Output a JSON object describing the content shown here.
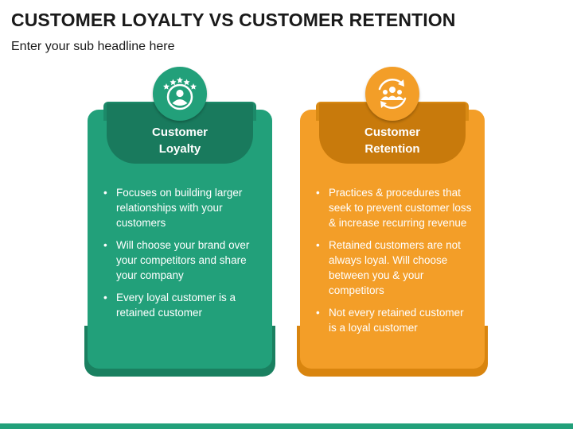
{
  "title": "CUSTOMER LOYALTY VS CUSTOMER RETENTION",
  "subtitle": "Enter your sub headline here",
  "colors": {
    "loyalty_primary": "#22a07a",
    "loyalty_dark": "#197a5d",
    "retention_primary": "#f39e28",
    "retention_dark": "#c87a0c"
  },
  "cards": [
    {
      "icon": "customer-rating-icon",
      "heading_line1": "Customer",
      "heading_line2": "Loyalty",
      "bullets": [
        "Focuses on building larger relationships with your customers",
        "Will choose your brand over your competitors and share your company",
        "Every loyal customer is a retained customer"
      ]
    },
    {
      "icon": "customer-group-cycle-icon",
      "heading_line1": "Customer",
      "heading_line2": "Retention",
      "bullets": [
        "Practices & procedures that seek to prevent customer loss & increase recurring revenue",
        "Retained customers are not always loyal. Will choose between you & your competitors",
        "Not every retained customer is a loyal customer"
      ]
    }
  ]
}
